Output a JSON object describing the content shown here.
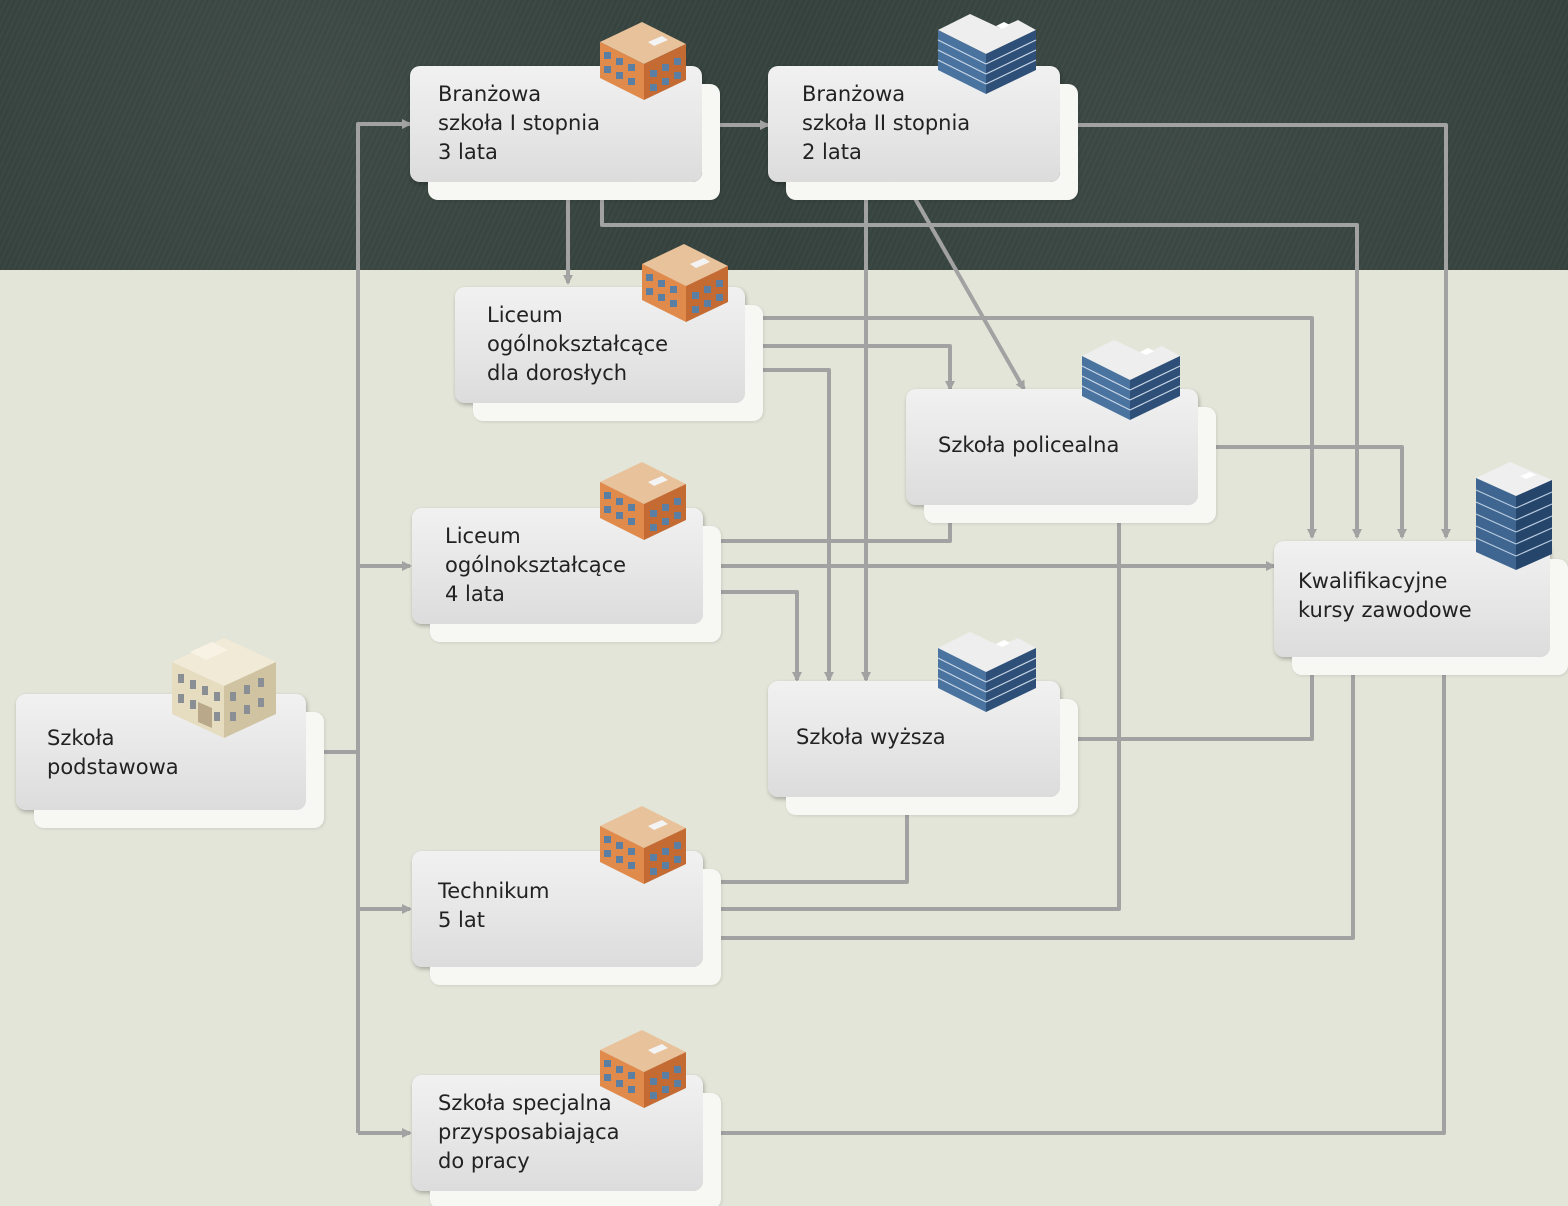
{
  "nodes": {
    "branzowa1": "Branżowa\nszkoła I stopnia\n3 lata",
    "branzowa2": "Branżowa\nszkoła II stopnia\n2 lata",
    "liceum_dorosli": "Liceum\nogólnokształcące\ndla dorosłych",
    "policealna": "Szkoła policealna",
    "liceum4": "Liceum\nogólnokształcące\n4 lata",
    "kwalifikacyjne": "Kwalifikacyjne\nkursy zawodowe",
    "podstawowa": "Szkoła\npodstawowa",
    "wyzsza": "Szkoła wyższa",
    "technikum": "Technikum\n5 lat",
    "specjalna": "Szkoła specjalna\nprzysposabiająca\ndo pracy"
  },
  "icons": {
    "branzowa1": "brick-school-building-icon",
    "branzowa2": "glass-office-building-icon",
    "liceum_dorosli": "brick-school-building-icon",
    "policealna": "glass-office-building-icon",
    "liceum4": "brick-school-building-icon",
    "kwalifikacyjne": "glass-tower-building-icon",
    "podstawowa": "classic-school-building-icon",
    "wyzsza": "glass-office-building-icon",
    "technikum": "brick-school-building-icon",
    "specjalna": "brick-school-building-icon"
  },
  "colors": {
    "board": "#33403b",
    "background": "#e4e5d9",
    "connector": "#a2a2a2",
    "brick": "#d98a4e",
    "glass": "#3f6690"
  }
}
